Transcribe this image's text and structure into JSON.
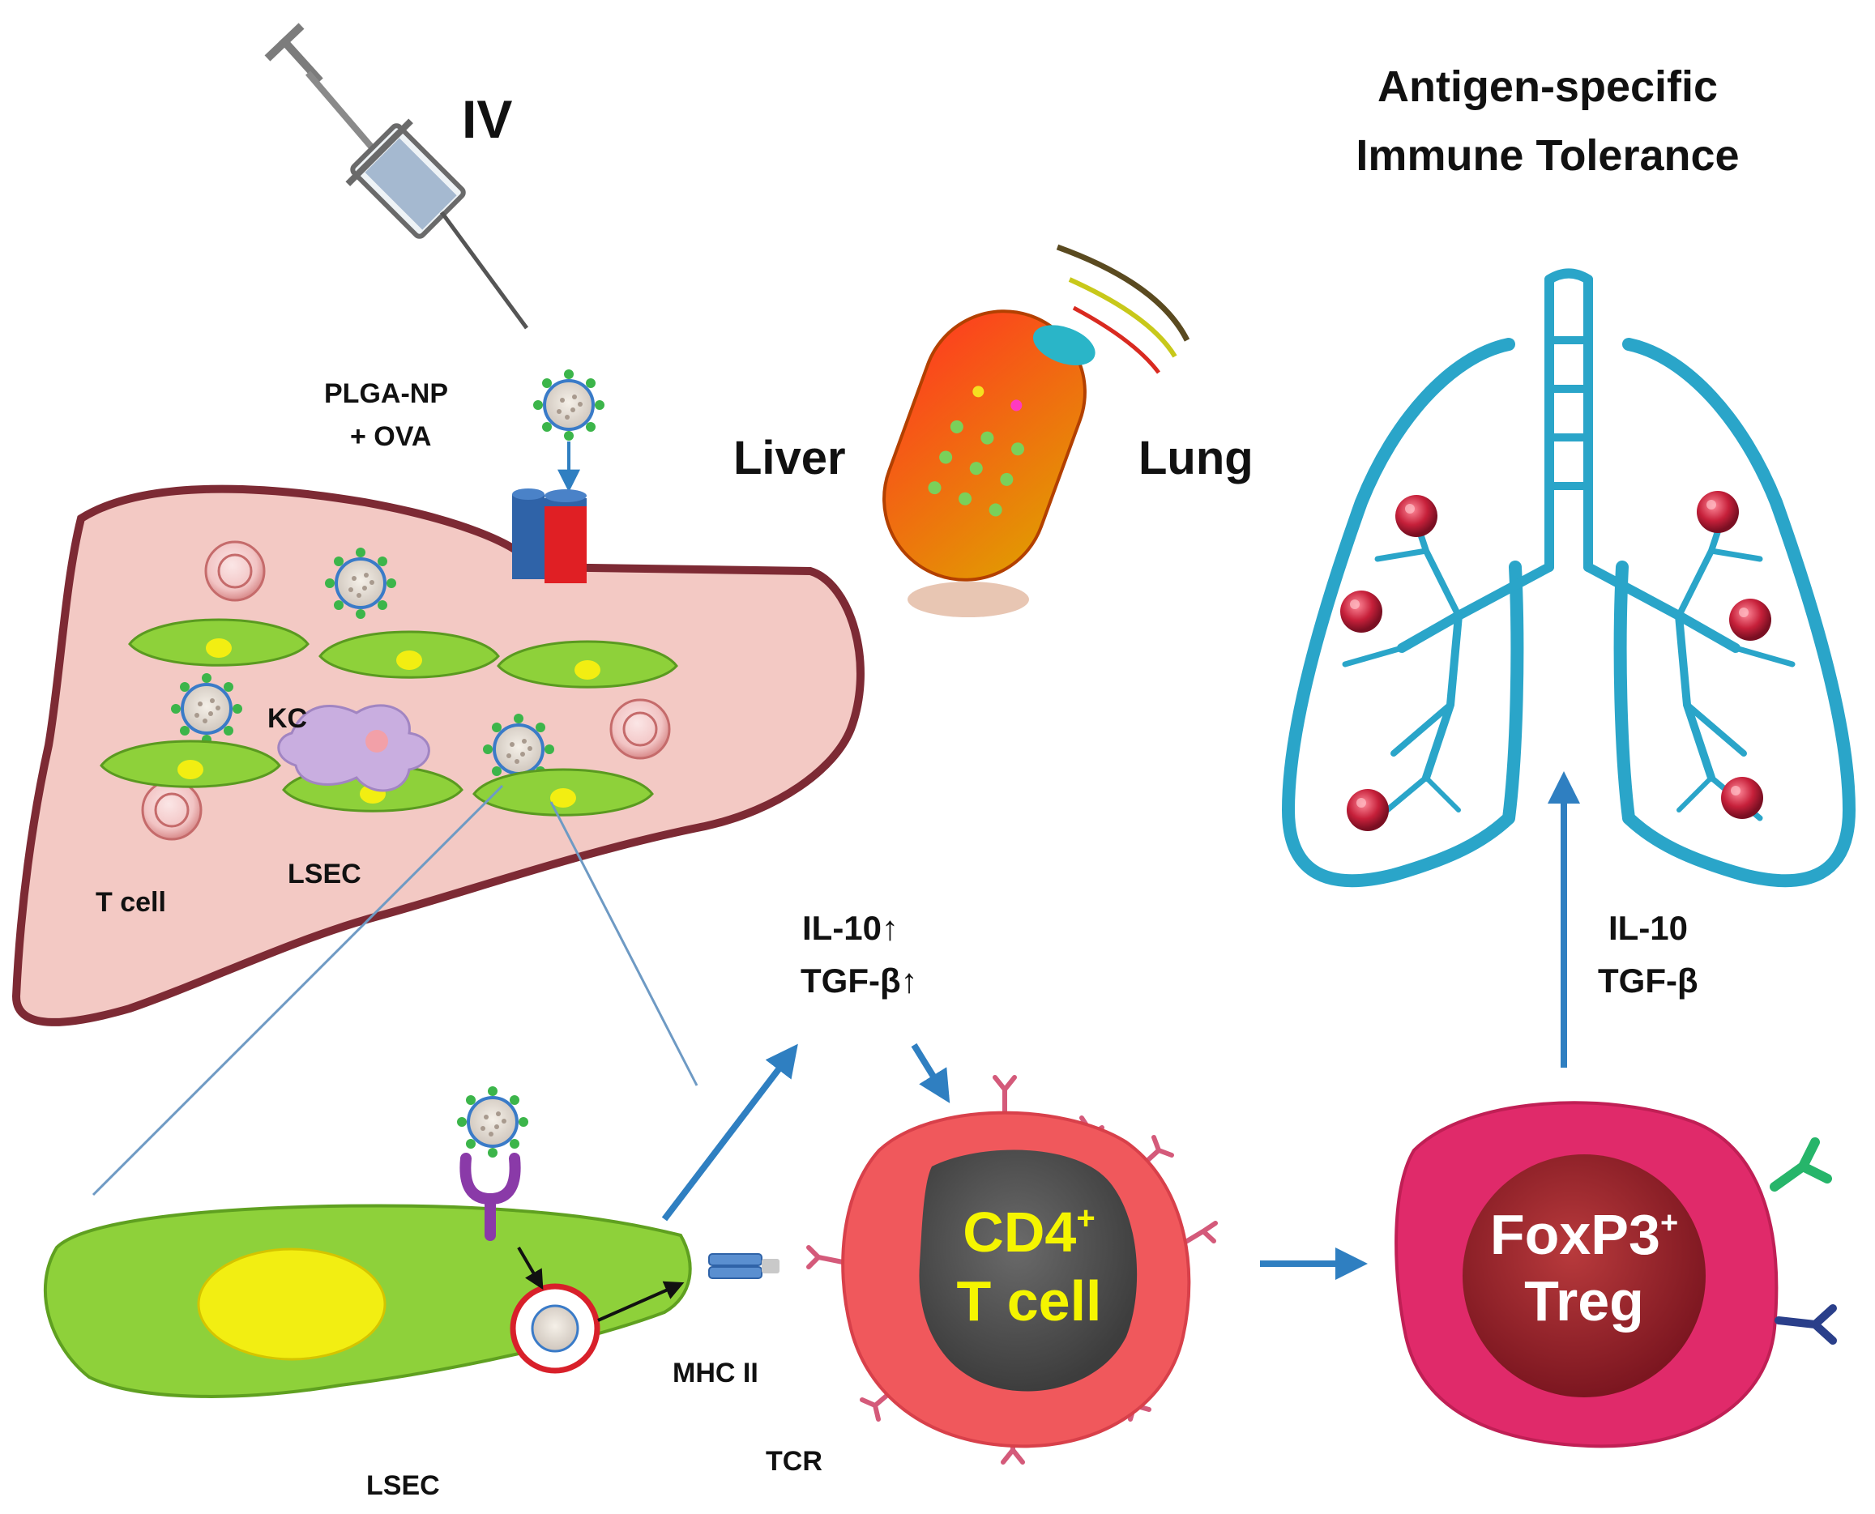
{
  "title": {
    "line1": "Antigen-specific",
    "line2": "Immune Tolerance"
  },
  "route": "IV",
  "nanoparticle": {
    "line1": "PLGA-NP",
    "line2": "+ OVA"
  },
  "organs": {
    "liver": "Liver",
    "lung": "Lung"
  },
  "liver_labels": {
    "kc": "KC",
    "lsec": "LSEC",
    "tcell": "T cell"
  },
  "lsec_label": "LSEC",
  "mhc": "MHC II",
  "tcr": "TCR",
  "cytokines_up": {
    "il10": "IL-10↑",
    "tgfb": "TGF-β↑"
  },
  "cytokines": {
    "il10": "IL-10",
    "tgfb": "TGF-β"
  },
  "cd4": {
    "line1": "CD4",
    "sup": "+",
    "line2": "T cell"
  },
  "treg": {
    "line1": "FoxP3",
    "sup": "+",
    "line2": "Treg"
  },
  "colors": {
    "arrow": "#2f7fc1",
    "liver_fill": "#f3c9c4",
    "liver_stroke": "#7d2a34",
    "lsec_green": "#8ed13a",
    "nucleus_yellow": "#f2ee12",
    "lung_blue": "#2aa5c9",
    "cd4_red": "#f0585c",
    "treg_pink": "#e02a6a",
    "treg_nucleus": "#9b1f2b",
    "cd4_text": "#f5f500"
  }
}
